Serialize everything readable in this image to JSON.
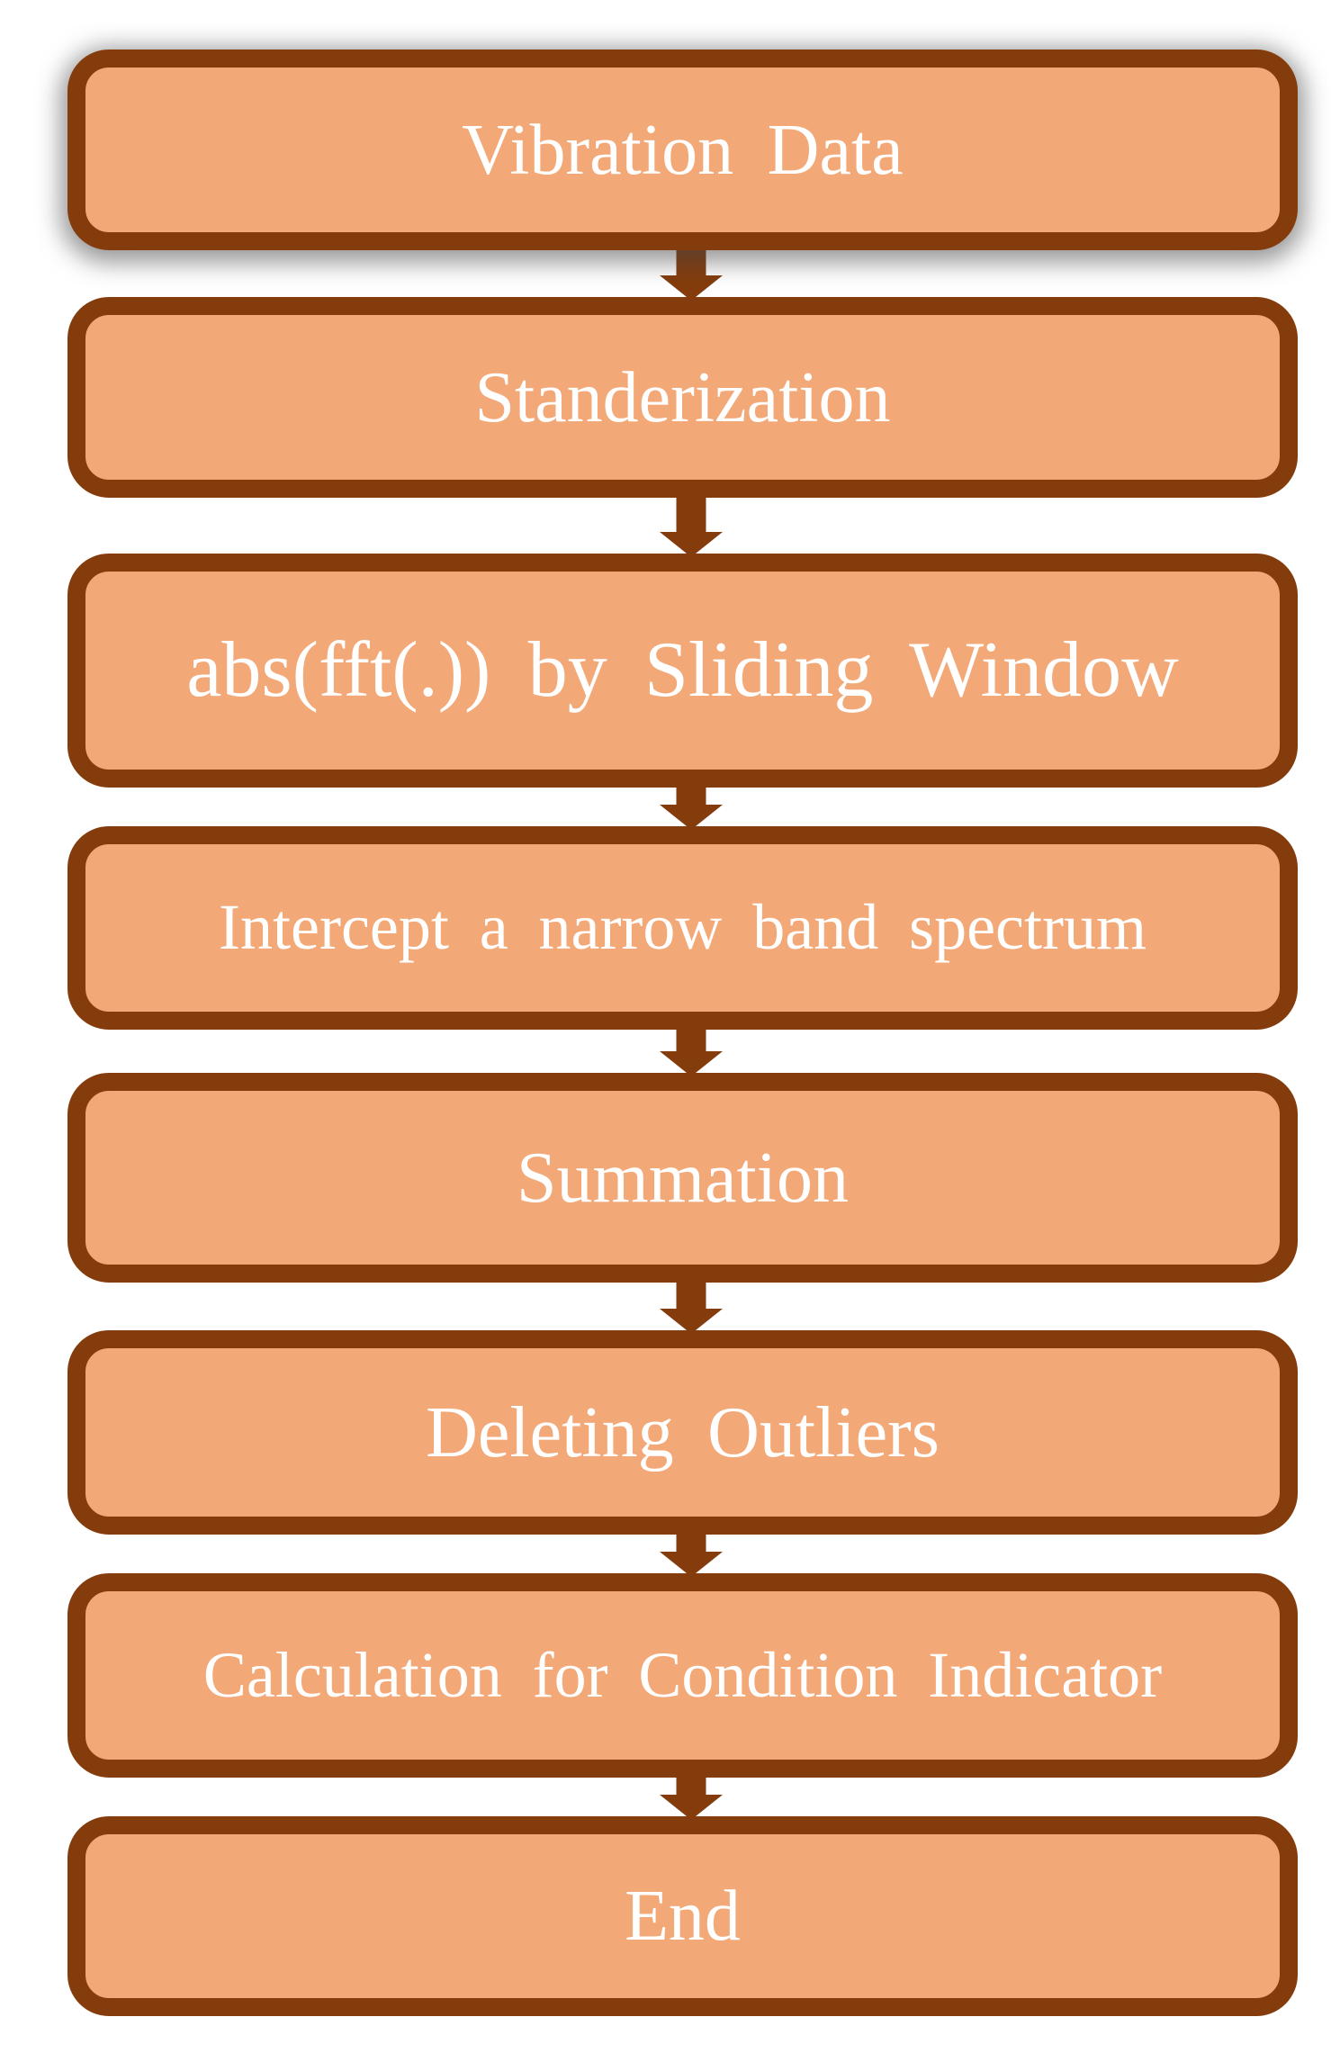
{
  "diagram": {
    "steps": [
      "Vibration Data",
      "Standerization",
      "abs(fft(.)) by Sliding Window",
      "Intercept a narrow band spectrum",
      "Summation",
      "Deleting Outliers",
      "Calculation for Condition Indicator",
      "End"
    ],
    "colors": {
      "box_fill": "#F3A877",
      "box_border": "#843C0C",
      "arrow": "#843C0C",
      "text": "#FFFFFF",
      "background": "#FFFFFF"
    }
  }
}
